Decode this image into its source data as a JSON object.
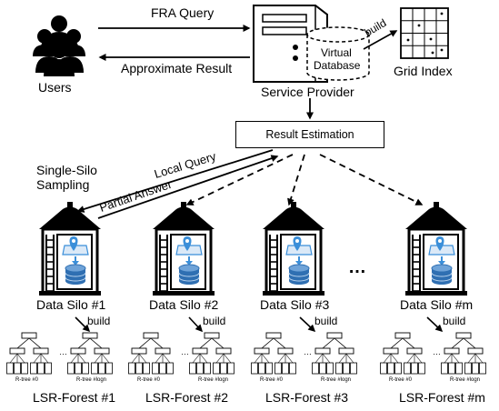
{
  "actors": {
    "users": "Users",
    "service_provider": "Service Provider",
    "virtual_database_line1": "Virtual",
    "virtual_database_line2": "Database",
    "grid_index": "Grid Index"
  },
  "flows": {
    "fra_query": "FRA Query",
    "approximate_result": "Approximate Result",
    "build_top": "build",
    "result_estimation": "Result Estimation",
    "local_query": "Local Query",
    "partial_answer": "Partial Answer",
    "single_silo_line1": "Single-Silo",
    "single_silo_line2": "Sampling",
    "ellipsis": "…"
  },
  "silos": [
    {
      "name": "Data Silo #1",
      "build": "build",
      "forest": "LSR-Forest #1",
      "tree_first": "R-tree #0",
      "tree_last": "R-tree #logn"
    },
    {
      "name": "Data Silo #2",
      "build": "build",
      "forest": "LSR-Forest #2",
      "tree_first": "R-tree #0",
      "tree_last": "R-tree #logn"
    },
    {
      "name": "Data Silo #3",
      "build": "build",
      "forest": "LSR-Forest #3",
      "tree_first": "R-tree #0",
      "tree_last": "R-tree #logn"
    },
    {
      "name": "Data Silo #m",
      "build": "build",
      "forest": "LSR-Forest #m",
      "tree_first": "R-tree #0",
      "tree_last": "R-tree #logn"
    }
  ],
  "colors": {
    "ink": "#000000",
    "map_pin": "#3b8fd9",
    "database_blue": "#2f6fb2",
    "silo_fill": "#ffffff"
  }
}
